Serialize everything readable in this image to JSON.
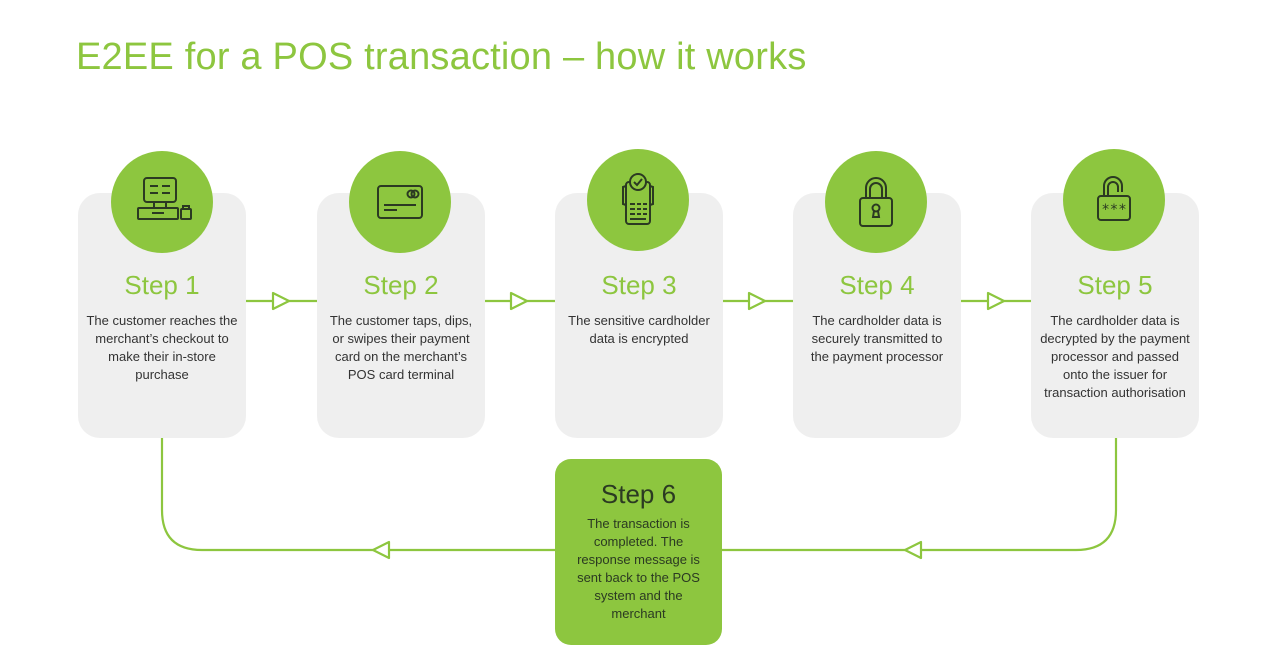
{
  "title": "E2EE for a POS transaction – how it works",
  "colors": {
    "accent": "#8dc63f",
    "card": "#efefef",
    "text": "#333333",
    "dark_icon": "#2b3a22"
  },
  "steps": [
    {
      "title": "Step 1",
      "icon": "pos-terminal-icon",
      "desc": "The customer reaches the merchant’s checkout to make their in-store purchase"
    },
    {
      "title": "Step 2",
      "icon": "credit-card-icon",
      "desc": "The customer taps, dips, or swipes their payment card on the merchant’s POS card terminal"
    },
    {
      "title": "Step 3",
      "icon": "card-reader-check-icon",
      "desc": "The sensitive cardholder data is encrypted"
    },
    {
      "title": "Step 4",
      "icon": "lock-icon",
      "desc": "The cardholder data is securely transmitted to the payment processor"
    },
    {
      "title": "Step 5",
      "icon": "unlocked-password-icon",
      "desc": "The cardholder data is decrypted by the payment processor and passed onto the issuer for transaction authorisation"
    },
    {
      "title": "Step 6",
      "desc": "The transaction is completed. The response message is sent back to the POS system and the merchant"
    }
  ]
}
